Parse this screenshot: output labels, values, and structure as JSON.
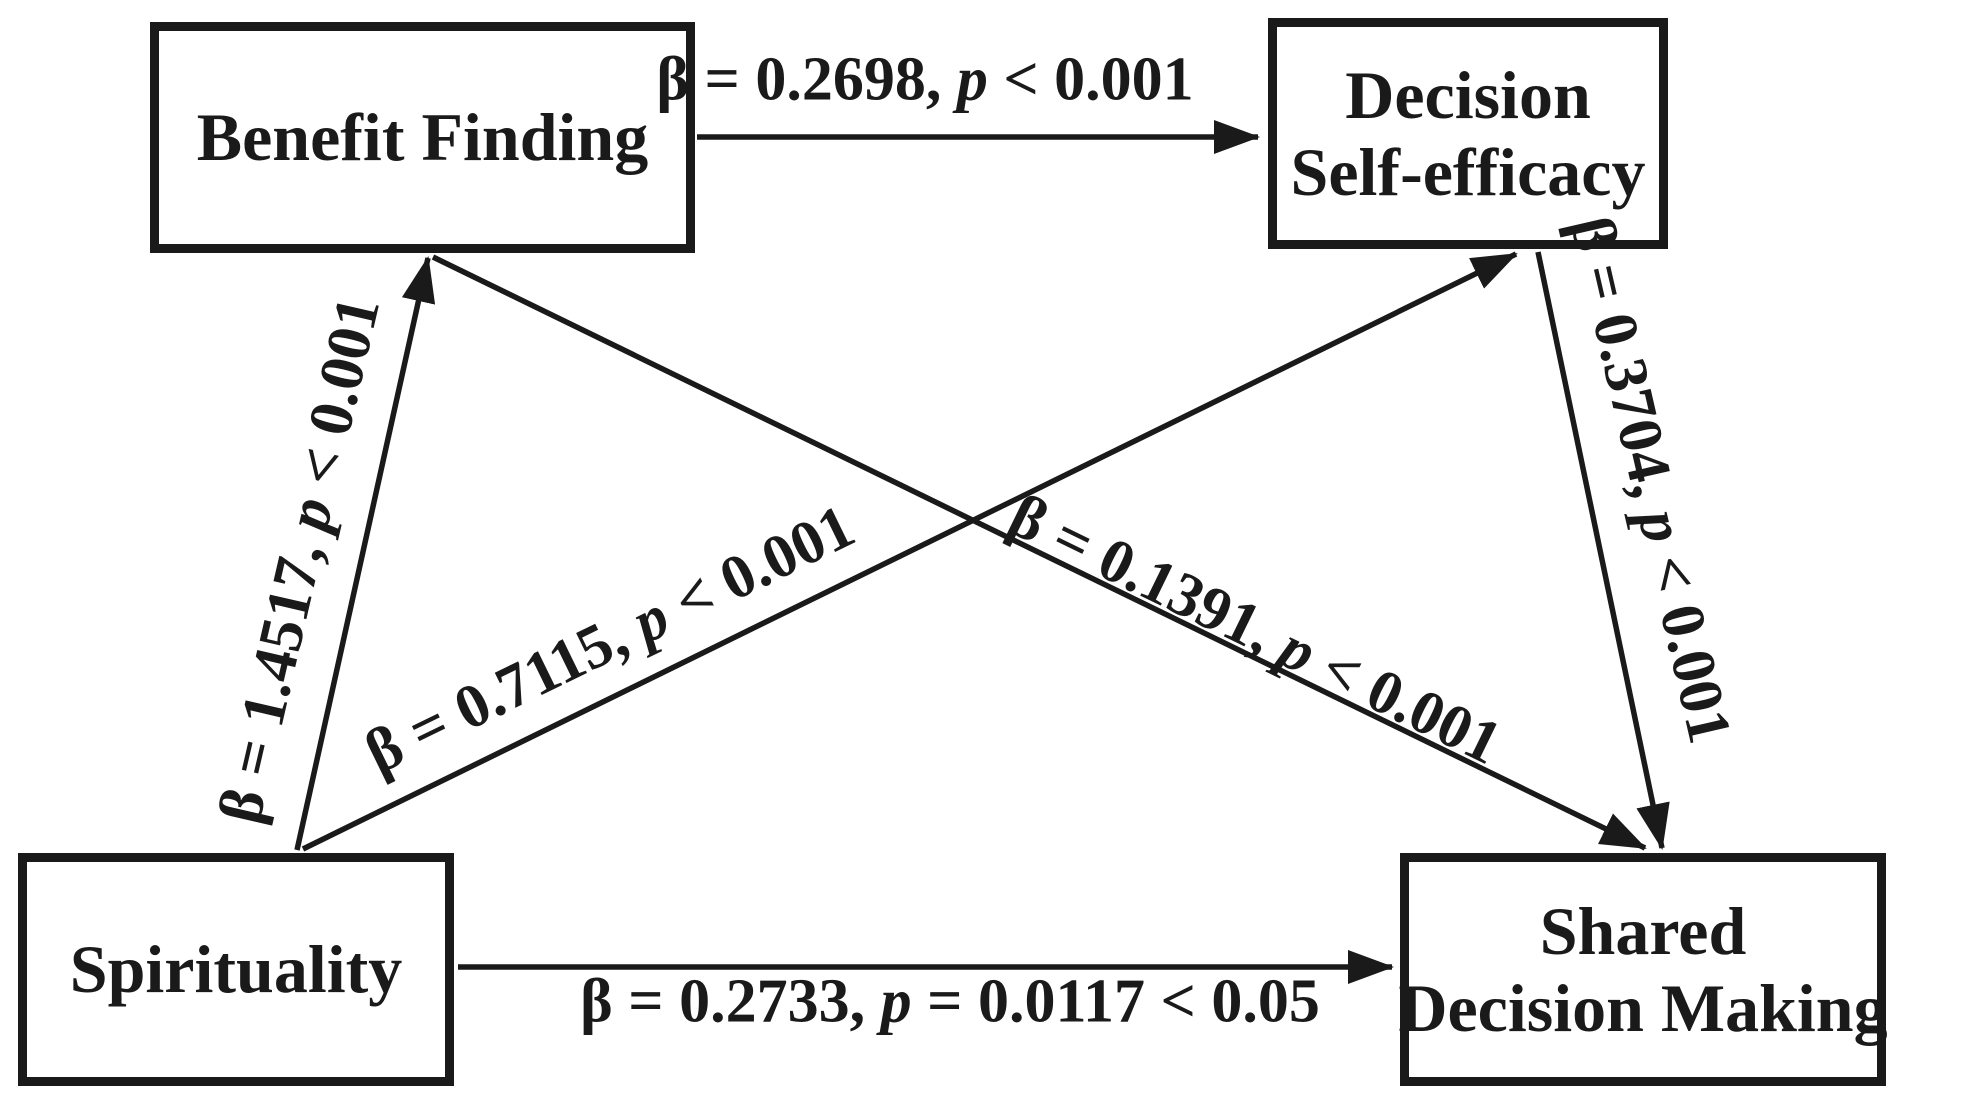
{
  "diagram": {
    "type": "path-model",
    "colors": {
      "ink": "#1a1a1a",
      "background": "#ffffff"
    },
    "nodes": [
      {
        "id": "benefit-finding",
        "lines": [
          "Benefit Finding"
        ]
      },
      {
        "id": "decision-self-efficacy",
        "lines": [
          "Decision",
          "Self-efficacy"
        ]
      },
      {
        "id": "spirituality",
        "lines": [
          "Spirituality"
        ]
      },
      {
        "id": "shared-decision-making",
        "lines": [
          "Shared",
          "Decision Making"
        ]
      }
    ],
    "edges": [
      {
        "id": "bf-dse",
        "from": "Benefit Finding",
        "to": "Decision Self-efficacy",
        "label": "β = 0.2698, p < 0.001"
      },
      {
        "id": "sp-bf",
        "from": "Spirituality",
        "to": "Benefit Finding",
        "label": "β = 1.4517, p < 0.001"
      },
      {
        "id": "sp-dse",
        "from": "Spirituality",
        "to": "Decision Self-efficacy",
        "label": "β = 0.7115, p < 0.001"
      },
      {
        "id": "bf-sdm",
        "from": "Benefit Finding",
        "to": "Shared Decision Making",
        "label": "β = 0.1391, p < 0.001"
      },
      {
        "id": "dse-sdm",
        "from": "Decision Self-efficacy",
        "to": "Shared Decision Making",
        "label": "β = 0.3704, p < 0.001"
      },
      {
        "id": "sp-sdm",
        "from": "Spirituality",
        "to": "Shared Decision Making",
        "label": "β = 0.2733, p = 0.0117 < 0.05"
      }
    ]
  }
}
